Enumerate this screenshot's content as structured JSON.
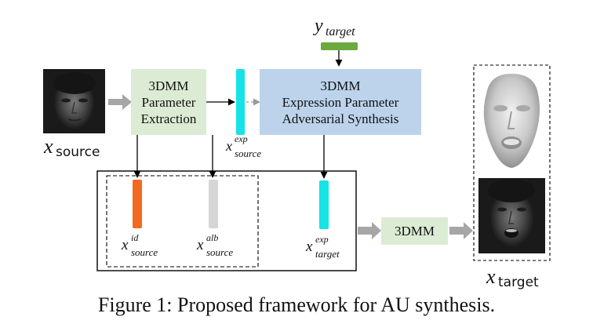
{
  "boxes": {
    "param_extraction": "3DMM\nParameter\nExtraction",
    "adversarial_synthesis": "3DMM\nExpression Parameter\nAdversarial Synthesis",
    "renderer": "3DMM"
  },
  "labels": {
    "x_source": {
      "base": "x",
      "sub": "source"
    },
    "y_target": {
      "base": "y",
      "sub": "target"
    },
    "x_target": {
      "base": "x",
      "sub": "target"
    },
    "x_exp_source": {
      "base": "x",
      "sup": "exp",
      "sub": "source"
    },
    "x_id_source": {
      "base": "x",
      "sup": "id",
      "sub": "source"
    },
    "x_alb_source": {
      "base": "x",
      "sup": "alb",
      "sub": "source"
    },
    "x_exp_target": {
      "base": "x",
      "sup": "exp",
      "sub": "target"
    }
  },
  "colors": {
    "green_box": "#dcebd3",
    "blue_box": "#bcd3eb",
    "exp_vector": "#16e3e6",
    "id_vector": "#f26a21",
    "alb_vector": "#d6d6d6",
    "y_target_vector": "#6aaa3e",
    "arrow_gray": "#a6a6a6"
  },
  "caption": "Figure 1: Proposed framework for AU synthesis."
}
